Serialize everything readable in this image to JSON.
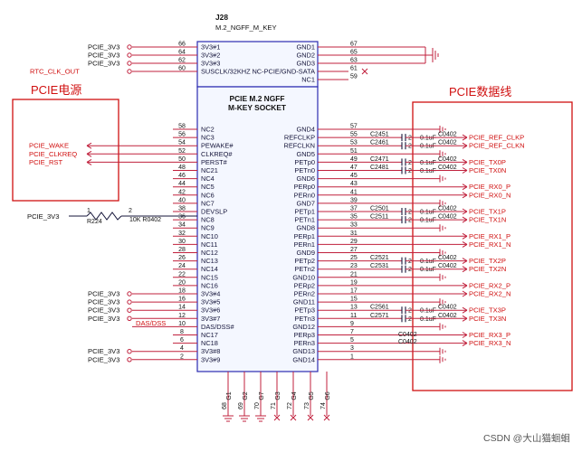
{
  "ref": "J28",
  "part": "M.2_NGFF_M_KEY",
  "body_title": [
    "PCIE M.2 NGFF",
    "M-KEY SOCKET"
  ],
  "left_box_title": "PCIE电源",
  "right_box_title": "PCIE数据线",
  "left_pins": [
    {
      "num": "66",
      "name": "3V3#1",
      "net": "PCIE_3V3"
    },
    {
      "num": "64",
      "name": "3V3#2",
      "net": "PCIE_3V3"
    },
    {
      "num": "62",
      "name": "3V3#3",
      "net": "PCIE_3V3"
    },
    {
      "num": "60",
      "name": "SUSCLK/32KHZ",
      "net": "RTC_CLK_OUT"
    },
    {
      "num": "58",
      "name": "NC2",
      "net": ""
    },
    {
      "num": "56",
      "name": "NC3",
      "net": ""
    },
    {
      "num": "54",
      "name": "PEWAKE#",
      "net": "PCIE_WAKE"
    },
    {
      "num": "52",
      "name": "CLKREQ#",
      "net": "PCIE_CLKREQ"
    },
    {
      "num": "50",
      "name": "PERST#",
      "net": "PCIE_RST"
    },
    {
      "num": "48",
      "name": "NC21",
      "net": ""
    },
    {
      "num": "46",
      "name": "NC4",
      "net": ""
    },
    {
      "num": "44",
      "name": "NC5",
      "net": ""
    },
    {
      "num": "42",
      "name": "NC6",
      "net": ""
    },
    {
      "num": "40",
      "name": "NC7",
      "net": ""
    },
    {
      "num": "38",
      "name": "DEVSLP",
      "net": ""
    },
    {
      "num": "36",
      "name": "NC8",
      "net": ""
    },
    {
      "num": "34",
      "name": "NC9",
      "net": ""
    },
    {
      "num": "32",
      "name": "NC10",
      "net": ""
    },
    {
      "num": "30",
      "name": "NC11",
      "net": ""
    },
    {
      "num": "28",
      "name": "NC12",
      "net": ""
    },
    {
      "num": "26",
      "name": "NC13",
      "net": ""
    },
    {
      "num": "24",
      "name": "NC14",
      "net": ""
    },
    {
      "num": "22",
      "name": "NC15",
      "net": ""
    },
    {
      "num": "20",
      "name": "NC16",
      "net": ""
    },
    {
      "num": "18",
      "name": "3V3#4",
      "net": "PCIE_3V3"
    },
    {
      "num": "16",
      "name": "3V3#5",
      "net": "PCIE_3V3"
    },
    {
      "num": "14",
      "name": "3V3#6",
      "net": "PCIE_3V3"
    },
    {
      "num": "12",
      "name": "3V3#7",
      "net": "PCIE_3V3"
    },
    {
      "num": "10",
      "name": "DAS/DSS#",
      "net": "DAS/DSS"
    },
    {
      "num": "8",
      "name": "NC17",
      "net": ""
    },
    {
      "num": "6",
      "name": "NC18",
      "net": ""
    },
    {
      "num": "4",
      "name": "3V3#8",
      "net": "PCIE_3V3"
    },
    {
      "num": "2",
      "name": "3V3#9",
      "net": "PCIE_3V3"
    }
  ],
  "right_pins_top": [
    {
      "num": "67",
      "name": "GND1"
    },
    {
      "num": "65",
      "name": "GND2"
    },
    {
      "num": "63",
      "name": "GND3"
    },
    {
      "num": "61",
      "name": "NC-PCIE/GND-SATA"
    },
    {
      "num": "59",
      "name": "NC1"
    }
  ],
  "right_pins": [
    {
      "num": "57",
      "name": "GND4",
      "cap": "",
      "net": ""
    },
    {
      "num": "55",
      "name": "REFCLKP",
      "cap": "C2451",
      "net": "PCIE_REF_CLKP"
    },
    {
      "num": "53",
      "name": "REFCLKN",
      "cap": "C2461",
      "net": "PCIE_REF_CLKN"
    },
    {
      "num": "51",
      "name": "GND5",
      "cap": "",
      "net": ""
    },
    {
      "num": "49",
      "name": "PETp0",
      "cap": "C2471",
      "net": "PCIE_TX0P"
    },
    {
      "num": "47",
      "name": "PETn0",
      "cap": "C2481",
      "net": "PCIE_TX0N"
    },
    {
      "num": "45",
      "name": "GND6",
      "cap": "",
      "net": ""
    },
    {
      "num": "43",
      "name": "PERp0",
      "cap": "",
      "net": "PCIE_RX0_P"
    },
    {
      "num": "41",
      "name": "PERn0",
      "cap": "",
      "net": "PCIE_RX0_N"
    },
    {
      "num": "39",
      "name": "GND7",
      "cap": "",
      "net": ""
    },
    {
      "num": "37",
      "name": "PETp1",
      "cap": "C2501",
      "net": "PCIE_TX1P"
    },
    {
      "num": "35",
      "name": "PETn1",
      "cap": "C2511",
      "net": "PCIE_TX1N"
    },
    {
      "num": "33",
      "name": "GND8",
      "cap": "",
      "net": ""
    },
    {
      "num": "31",
      "name": "PERp1",
      "cap": "",
      "net": "PCIE_RX1_P"
    },
    {
      "num": "29",
      "name": "PERn1",
      "cap": "",
      "net": "PCIE_RX1_N"
    },
    {
      "num": "27",
      "name": "GND9",
      "cap": "",
      "net": ""
    },
    {
      "num": "25",
      "name": "PETp2",
      "cap": "C2521",
      "net": "PCIE_TX2P"
    },
    {
      "num": "23",
      "name": "PETn2",
      "cap": "C2531",
      "net": "PCIE_TX2N"
    },
    {
      "num": "21",
      "name": "GND10",
      "cap": "",
      "net": ""
    },
    {
      "num": "19",
      "name": "PERp2",
      "cap": "",
      "net": "PCIE_RX2_P"
    },
    {
      "num": "17",
      "name": "PERn2",
      "cap": "",
      "net": "PCIE_RX2_N"
    },
    {
      "num": "15",
      "name": "GND11",
      "cap": "",
      "net": ""
    },
    {
      "num": "13",
      "name": "PETp3",
      "cap": "C2561",
      "net": "PCIE_TX3P"
    },
    {
      "num": "11",
      "name": "PETn3",
      "cap": "C2571",
      "net": "PCIE_TX3N"
    },
    {
      "num": "9",
      "name": "GND12",
      "cap": "",
      "net": ""
    },
    {
      "num": "7",
      "name": "PERp3",
      "cap": "",
      "net": "PCIE_RX3_P"
    },
    {
      "num": "5",
      "name": "PERn3",
      "cap": "",
      "net": "PCIE_RX3_N"
    },
    {
      "num": "3",
      "name": "GND13",
      "cap": "",
      "net": ""
    },
    {
      "num": "1",
      "name": "GND14",
      "cap": "",
      "net": ""
    }
  ],
  "cap_value": "0.1uF",
  "cap_package": "C0402",
  "bottom_pins": [
    {
      "num": "68",
      "name": "G1"
    },
    {
      "num": "69",
      "name": "G2"
    },
    {
      "num": "70",
      "name": "G7"
    },
    {
      "num": "71",
      "name": "G3"
    },
    {
      "num": "72",
      "name": "G4"
    },
    {
      "num": "73",
      "name": "G5"
    },
    {
      "num": "74",
      "name": "G6"
    }
  ],
  "resistor": {
    "net": "PCIE_3V3",
    "ref": "R224",
    "value": "10K R0402",
    "pin1": "1",
    "pin2": "2"
  },
  "watermark": "CSDN @大山猫蛔蛔"
}
